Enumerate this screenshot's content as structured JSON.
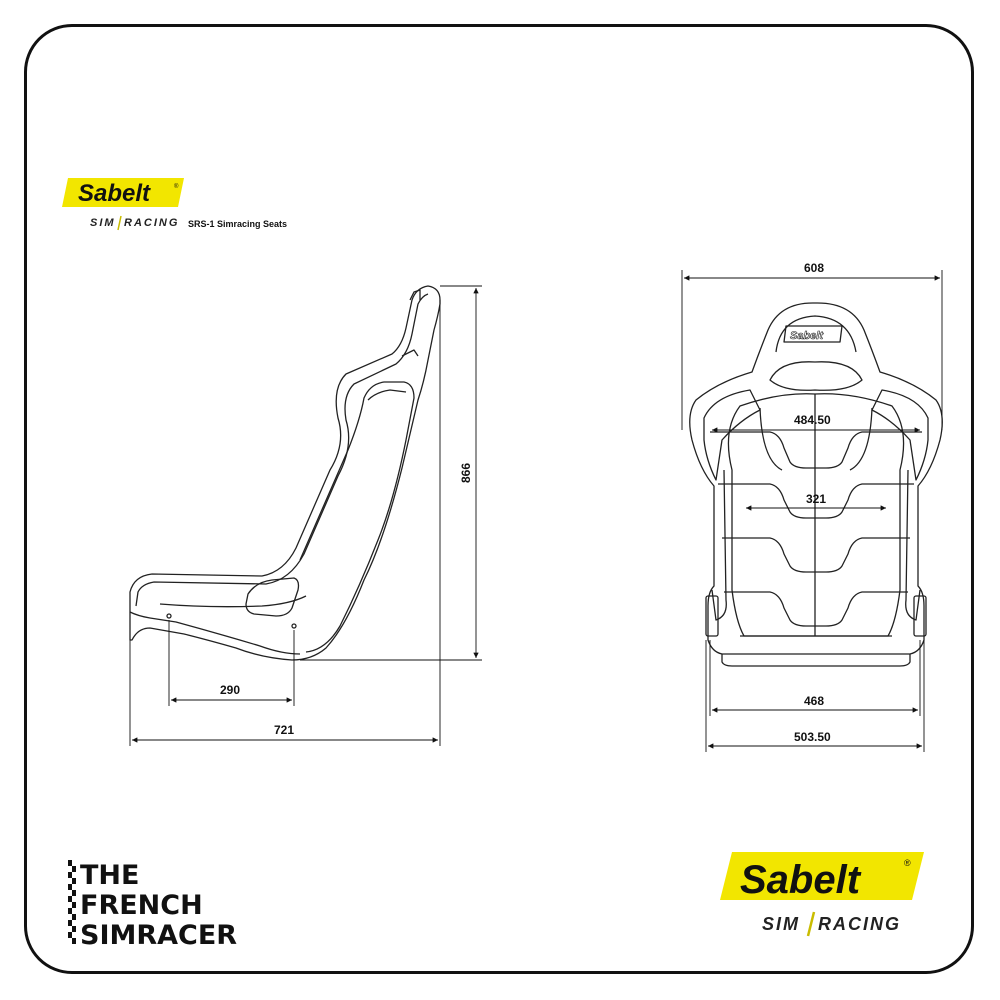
{
  "header_logo": {
    "brand": "Sabelt",
    "trademark": "®",
    "sub_left": "SIM",
    "sub_right": "RACING",
    "product": "SRS-1 Simracing Seats"
  },
  "side_view": {
    "dim_height": "866",
    "dim_length": "721",
    "dim_mount": "290"
  },
  "front_view": {
    "dim_width_top": "608",
    "dim_inner_upper": "484.50",
    "dim_inner_lower": "321",
    "dim_base_inner": "468",
    "dim_base_outer": "503.50",
    "embossed_logo": "Sabelt"
  },
  "footer_left": {
    "line1": "THE",
    "line2": "FRENCH",
    "line3": "SIMRACER"
  },
  "footer_logo": {
    "brand": "Sabelt",
    "trademark": "®",
    "sub_left": "SIM",
    "sub_right": "RACING"
  },
  "colors": {
    "logo_yellow": "#f2e600",
    "ink": "#111111"
  }
}
